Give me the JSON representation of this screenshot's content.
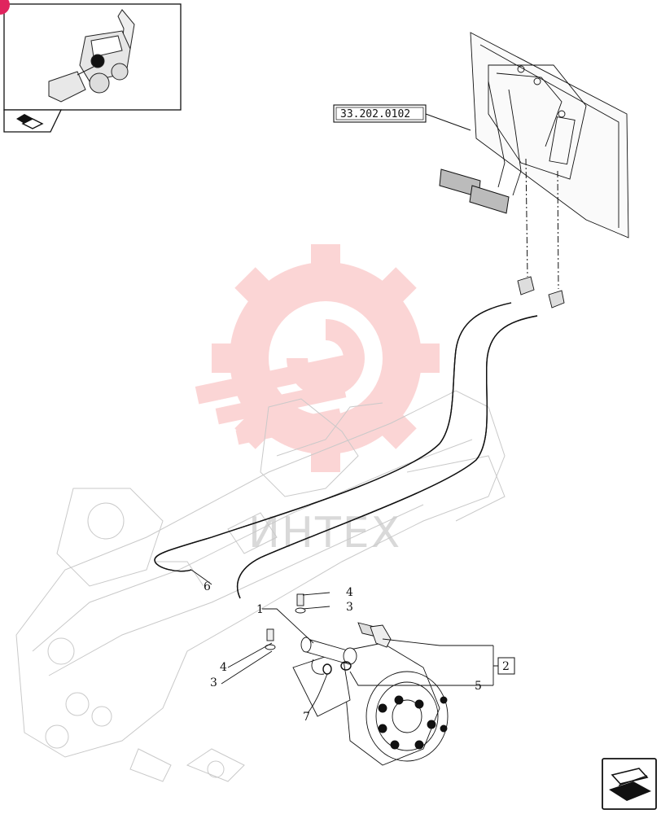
{
  "thumbnail": {
    "icon": "backhoe-loader-thumbnail"
  },
  "reference_box": {
    "code": "33.202.0102"
  },
  "watermark": {
    "text": "ИНТЕХ",
    "color": "#f26b6b"
  },
  "callouts": [
    {
      "num": "1"
    },
    {
      "num": "2"
    },
    {
      "num": "3"
    },
    {
      "num": "3"
    },
    {
      "num": "4"
    },
    {
      "num": "4"
    },
    {
      "num": "5"
    },
    {
      "num": "6"
    },
    {
      "num": "7"
    }
  ],
  "nav": {
    "prev_icon": "folder-back-icon",
    "next_icon": "folder-forward-icon"
  }
}
